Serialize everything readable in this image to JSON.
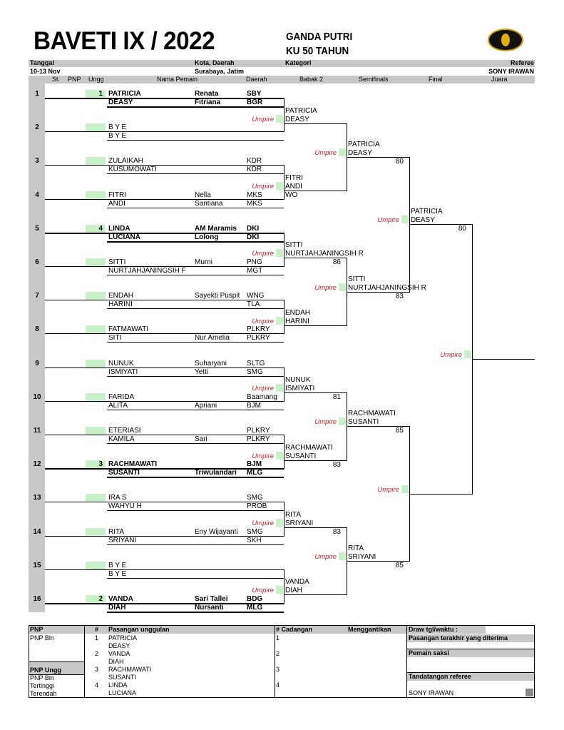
{
  "header": {
    "title": "BAVETI IX / 2022",
    "category_line1": "GANDA PUTRI",
    "category_line2": "KU 50 TAHUN",
    "labels": {
      "date": "Tanggal",
      "city": "Kota, Daerah",
      "category": "Kategori",
      "referee": "Referee"
    },
    "values": {
      "date": "10-13 Nov",
      "city": "Surabaya, Jatim",
      "referee": "SONY IRAWAN"
    },
    "columns": {
      "st": "St.",
      "pnp": "PNP",
      "ungg": "Ungg",
      "name": "Nama Pemain",
      "region": "Daerah",
      "r2": "Babak 2",
      "semi": "Semifinals",
      "final": "Final",
      "champion": "Juara"
    }
  },
  "umpire_label": "Umpire",
  "slots": [
    {
      "no": "1",
      "seed": "1",
      "bold": true,
      "p": [
        [
          "PATRICIA",
          "Renata",
          "SBY"
        ],
        [
          "DEASY",
          "Fitriana",
          "BGR"
        ]
      ]
    },
    {
      "no": "2",
      "seed": "",
      "p": [
        [
          "B Y E",
          "",
          ""
        ],
        [
          "B Y E",
          "",
          ""
        ]
      ]
    },
    {
      "no": "3",
      "seed": "",
      "p": [
        [
          "ZULAIKAH",
          "",
          "KDR"
        ],
        [
          "KUSUMOWATI",
          "",
          "KDR"
        ]
      ]
    },
    {
      "no": "4",
      "seed": "",
      "p": [
        [
          "FITRI",
          "Nella",
          "MKS"
        ],
        [
          "ANDI",
          "Santiana",
          "MKS"
        ]
      ]
    },
    {
      "no": "5",
      "seed": "4",
      "bold": true,
      "p": [
        [
          "LINDA",
          "AM Maramis",
          "DKI"
        ],
        [
          "LUCIANA",
          "Lolong",
          "DKI"
        ]
      ]
    },
    {
      "no": "6",
      "seed": "",
      "p": [
        [
          "SITTI",
          "Murni",
          "PNG"
        ],
        [
          "NURTJAHJANINGSIH F",
          "",
          "MGT"
        ]
      ]
    },
    {
      "no": "7",
      "seed": "",
      "p": [
        [
          "ENDAH",
          "Sayekti Puspit",
          "WNG"
        ],
        [
          "HARINI",
          "",
          "TLA"
        ]
      ]
    },
    {
      "no": "8",
      "seed": "",
      "p": [
        [
          "FATMAWATI",
          "",
          "PLKRY"
        ],
        [
          "SITI",
          "Nur Amelia",
          "PLKRY"
        ]
      ]
    },
    {
      "no": "9",
      "seed": "",
      "p": [
        [
          "NUNUK",
          "Suharyani",
          "SLTG"
        ],
        [
          "ISMIYATI",
          "Yetti",
          "SMG"
        ]
      ]
    },
    {
      "no": "10",
      "seed": "",
      "p": [
        [
          "FARIDA",
          "",
          "Baamang"
        ],
        [
          "ALITA",
          "Apriani",
          "BJM"
        ]
      ]
    },
    {
      "no": "11",
      "seed": "",
      "p": [
        [
          "ETERIASI",
          "",
          "PLKRY"
        ],
        [
          "KAMILA",
          "Sari",
          "PLKRY"
        ]
      ]
    },
    {
      "no": "12",
      "seed": "3",
      "bold": true,
      "p": [
        [
          "RACHMAWATI",
          "",
          "BJM"
        ],
        [
          "SUSANTI",
          "Triwulandari",
          "MLG"
        ]
      ]
    },
    {
      "no": "13",
      "seed": "",
      "p": [
        [
          "IRA S",
          "",
          "SMG"
        ],
        [
          "WAHYU H",
          "",
          "PROB"
        ]
      ]
    },
    {
      "no": "14",
      "seed": "",
      "p": [
        [
          "RITA",
          "Eny Wijayanti",
          "SMG"
        ],
        [
          "SRIYANI",
          "",
          "SKH"
        ]
      ]
    },
    {
      "no": "15",
      "seed": "",
      "p": [
        [
          "B Y E",
          "",
          ""
        ],
        [
          "B Y E",
          "",
          ""
        ]
      ]
    },
    {
      "no": "16",
      "seed": "2",
      "bold": true,
      "p": [
        [
          "VANDA",
          "Sari Tallei",
          "BDG"
        ],
        [
          "DIAH",
          "Nursanti",
          "MLG"
        ]
      ]
    }
  ],
  "round2": [
    {
      "n1": "PATRICIA",
      "n2": "DEASY",
      "score": ""
    },
    {
      "n1": "FITRI",
      "n2": "ANDI",
      "score": "",
      "note": "WO"
    },
    {
      "n1": "SITTI",
      "n2": "NURTJAHJANINGSIH R",
      "score": "86"
    },
    {
      "n1": "ENDAH",
      "n2": "HARINI",
      "score": ""
    },
    {
      "n1": "NUNUK",
      "n2": "ISMIYATI",
      "score": "81"
    },
    {
      "n1": "RACHMAWATI",
      "n2": "SUSANTI",
      "score": "83"
    },
    {
      "n1": "RITA",
      "n2": "SRIYANI",
      "score": "83"
    },
    {
      "n1": "VANDA",
      "n2": "DIAH",
      "score": ""
    }
  ],
  "semifinals": [
    {
      "n1": "PATRICIA",
      "n2": "DEASY",
      "score": "80"
    },
    {
      "n1": "SITTI",
      "n2": "NURTJAHJANINGSIH R",
      "score": "83"
    },
    {
      "n1": "RACHMAWATI",
      "n2": "SUSANTI",
      "score": "85"
    },
    {
      "n1": "RITA",
      "n2": "SRIYANI",
      "score": "85"
    }
  ],
  "final": [
    {
      "n1": "PATRICIA",
      "n2": "DEASY",
      "score": "80"
    },
    {
      "n1": "",
      "n2": "",
      "score": ""
    }
  ],
  "champion": {
    "n1": "",
    "n2": ""
  },
  "footer": {
    "pnp": "PNP",
    "hash": "#",
    "seeded": "Pasangan unggulan",
    "reserve": "# Cadangan",
    "replaces": "Menggantikan",
    "draw_time": "Draw tgl/waktu :",
    "pnp_bln": "PNP Bln",
    "pnp_ungg": "PNP Ungg",
    "pnp_bln2": "PNP Bln",
    "highest": "Tertinggi",
    "lowest": "Terendah",
    "seeds": [
      {
        "no": "1",
        "a": "PATRICIA",
        "b": "DEASY"
      },
      {
        "no": "2",
        "a": "VANDA",
        "b": "DIAH"
      },
      {
        "no": "3",
        "a": "RACHMAWATI",
        "b": "SUSANTI"
      },
      {
        "no": "4",
        "a": "LINDA",
        "b": "LUCIANA"
      }
    ],
    "reserve_numbers": [
      "1",
      "2",
      "3",
      "4"
    ],
    "last_pair": "Pasangan terakhir yang diterima",
    "witness": "Pemain saksi",
    "referee_sign": "Tandatangan referee",
    "referee_name": "SONY IRAWAN"
  }
}
